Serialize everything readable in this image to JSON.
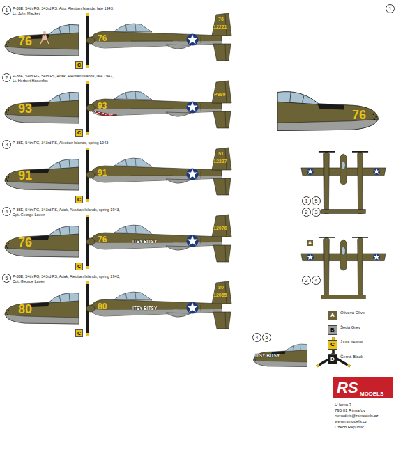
{
  "diagram": {
    "nodes": [
      {
        "text": [
          "1"
        ]
      },
      {
        "text": [
          "1"
        ]
      },
      {
        "text": [
          "2"
        ]
      },
      {
        "text": [
          "1"
        ]
      },
      {
        "text": [
          "5"
        ]
      },
      {
        "text": [
          "3"
        ]
      },
      {
        "text": [
          "2"
        ]
      },
      {
        "text": [
          "3"
        ]
      },
      {
        "text": [
          "4"
        ]
      },
      {
        "text": [
          "2"
        ]
      },
      {
        "text": [
          "4"
        ]
      },
      {
        "text": [
          "5"
        ]
      },
      {
        "text": [
          "4"
        ]
      },
      {
        "text": [
          "5"
        ]
      }
    ],
    "labels": [
      "P-38E, 54th FG, 343rd FS, Attu, Aleutian Islands, late 1943,",
      "Lt. John Mackey",
      "P-38E, 54th FG, 54th FS, Adak, Aleutian Islands, late 1942,",
      "Lt. Herbert Hasenfus",
      "P-38E, 54th FG, 343rd FS, Aleutian Islands, spring 1943",
      "P-38E, 54th FG, 343rd FS, Adak, Aleutian Islands, spring 1943,",
      "Cpt. George Laven",
      "P-38E, 54th FG, 343rd FS, Adak, Aleutian Islands, spring 1943,",
      "Cpt. George Laven",
      "76",
      "93",
      "91",
      "76",
      "80",
      "76",
      "93",
      "91",
      "76",
      "80",
      "76",
      "12221",
      "P999",
      "91",
      "12227",
      "12076",
      "80",
      "12065",
      "ITSY BITSY",
      "ITSY BITSY",
      "ITSY BITSY",
      "C",
      "C",
      "C",
      "C",
      "C",
      "76",
      "A",
      "A",
      "B",
      "C",
      "D",
      "RS",
      "MODELS",
      "U lomu 7",
      "795 01 Rýmařov",
      "rsmodels@rsmodels.cz",
      "www.rsmodels.cz",
      "Czech Republic"
    ],
    "legend": [
      {
        "text": "Olivová Olive",
        "color": "#6b6235"
      },
      {
        "text": "Šedá Grey",
        "color": "#9c9e9b"
      },
      {
        "text": "Žlutá Yellow",
        "color": "#e8c21a"
      },
      {
        "text": "Černá Black",
        "color": "#1a1a1a"
      }
    ]
  }
}
